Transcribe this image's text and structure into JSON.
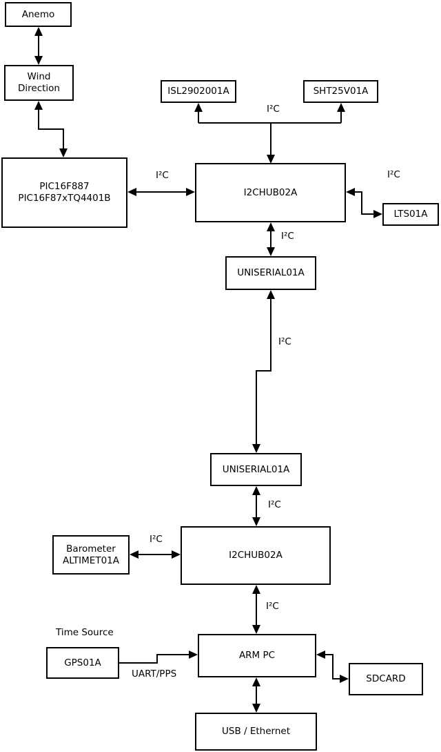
{
  "nodes": {
    "anemo": {
      "label": "Anemo"
    },
    "wind": {
      "lines": [
        "Wind",
        "Direction"
      ]
    },
    "pic": {
      "lines": [
        "PIC16F887",
        "PIC16F87xTQ4401B"
      ]
    },
    "isl": {
      "label": "ISL2902001A"
    },
    "sht": {
      "label": "SHT25V01A"
    },
    "hub1": {
      "label": "I2CHUB02A"
    },
    "lts": {
      "label": "LTS01A"
    },
    "uni1": {
      "label": "UNISERIAL01A"
    },
    "uni2": {
      "label": "UNISERIAL01A"
    },
    "hub2": {
      "label": "I2CHUB02A"
    },
    "baro": {
      "lines": [
        "Barometer",
        "ALTIMET01A"
      ]
    },
    "gps": {
      "label": "GPS01A"
    },
    "arm": {
      "label": "ARM PC"
    },
    "sd": {
      "label": "SDCARD"
    },
    "usb": {
      "label": "USB / Ethernet"
    }
  },
  "edge_labels": {
    "top_bus": "I²C",
    "pic_hub1": "I²C",
    "hub1_lts": "I²C",
    "hub1_uni1": "I²C",
    "uni1_uni2": "I²C",
    "uni2_hub2": "I²C",
    "baro_hub2": "I²C",
    "hub2_arm": "I²C",
    "gps_title": "Time Source",
    "gps_arm": "UART/PPS"
  },
  "colors": {
    "stroke": "#000000",
    "background": "#ffffff"
  }
}
